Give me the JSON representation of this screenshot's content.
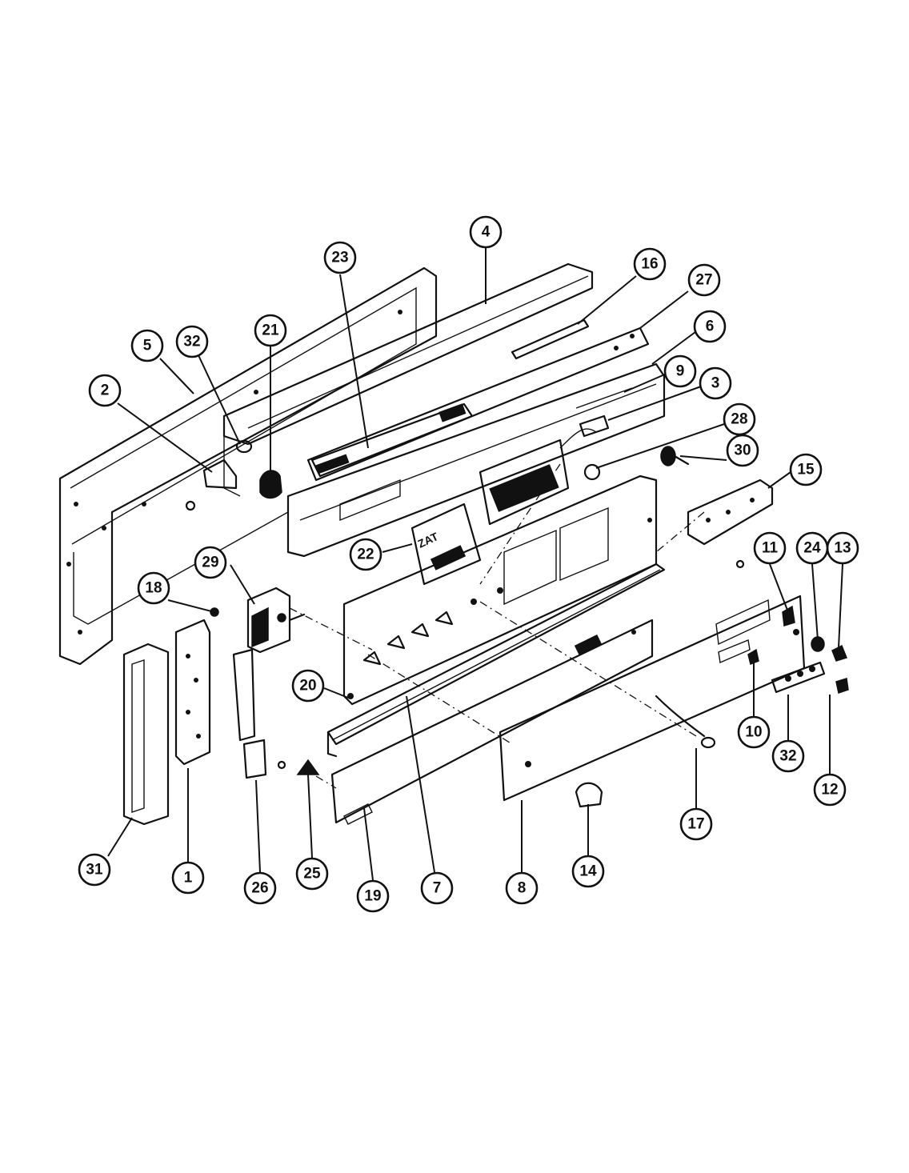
{
  "callouts": [
    {
      "label": "1"
    },
    {
      "label": "2"
    },
    {
      "label": "3"
    },
    {
      "label": "4"
    },
    {
      "label": "5"
    },
    {
      "label": "6"
    },
    {
      "label": "7"
    },
    {
      "label": "8"
    },
    {
      "label": "9"
    },
    {
      "label": "10"
    },
    {
      "label": "11"
    },
    {
      "label": "12"
    },
    {
      "label": "13"
    },
    {
      "label": "14"
    },
    {
      "label": "15"
    },
    {
      "label": "16"
    },
    {
      "label": "17"
    },
    {
      "label": "18"
    },
    {
      "label": "19"
    },
    {
      "label": "20"
    },
    {
      "label": "21"
    },
    {
      "label": "22"
    },
    {
      "label": "23"
    },
    {
      "label": "24"
    },
    {
      "label": "25"
    },
    {
      "label": "26"
    },
    {
      "label": "27"
    },
    {
      "label": "28"
    },
    {
      "label": "29"
    },
    {
      "label": "30"
    },
    {
      "label": "31"
    },
    {
      "label": "32"
    },
    {
      "label": "32"
    }
  ],
  "panel_marking": "ZAT"
}
